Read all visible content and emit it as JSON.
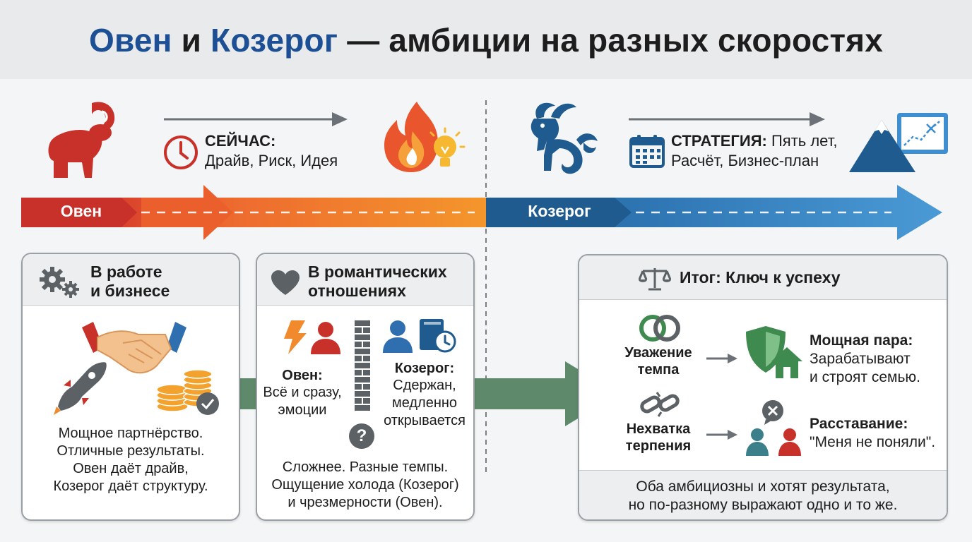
{
  "title": {
    "part1": "Овен",
    "part2": " и ",
    "part3": "Козерог",
    "part4": " — амбиции на разных скоростях"
  },
  "timeline": {
    "aries_label": "Овен",
    "capricorn_label": "Козерог",
    "now_heading": "СЕЙЧАС:",
    "now_text": "Драйв, Риск, Идея",
    "strategy_heading": "СТРАТЕГИЯ:",
    "strategy_text_1": " Пять лет,",
    "strategy_text_2": "Расчёт, Бизнес-план"
  },
  "work": {
    "title_1": "В работе",
    "title_2": "и бизнесе",
    "lines": [
      "Мощное партнёрство.",
      "Отличные результаты.",
      "Овен даёт драйв,",
      "Козерог даёт структуру."
    ]
  },
  "romance": {
    "title_1": "В романтических",
    "title_2": "отношениях",
    "aries_name": "Овен:",
    "aries_desc_1": "Всё и сразу,",
    "aries_desc_2": "эмоции",
    "cap_name": "Козерог:",
    "cap_desc_1": "Сдержан,",
    "cap_desc_2": "медленно",
    "cap_desc_3": "открывается",
    "question_mark": "?",
    "summary": [
      "Сложнее. Разные темпы.",
      "Ощущение холода (Козерог)",
      "и чрезмерности (Овен)."
    ]
  },
  "result": {
    "title": "Итог: Ключ к успеху",
    "respect_1": "Уважение",
    "respect_2": "темпа",
    "lack_1": "Нехватка",
    "lack_2": "терпения",
    "power_title": "Мощная пара:",
    "power_1": "Зарабатывают",
    "power_2": "и строят семью.",
    "split_title": "Расставание:",
    "split_text": "\"Меня не поняли\".",
    "footer_1": "Оба амбициозны и хотят результата,",
    "footer_2": "но по-разному выражают одно и то же."
  },
  "colors": {
    "aries_red": "#c8302a",
    "orange": "#f08a2c",
    "cap_blue": "#1f5b8e",
    "light_blue": "#3f8fd0",
    "green_arrow": "#5e8a6b",
    "green_icon": "#3f8a4f",
    "gray_icon": "#5c6166"
  }
}
